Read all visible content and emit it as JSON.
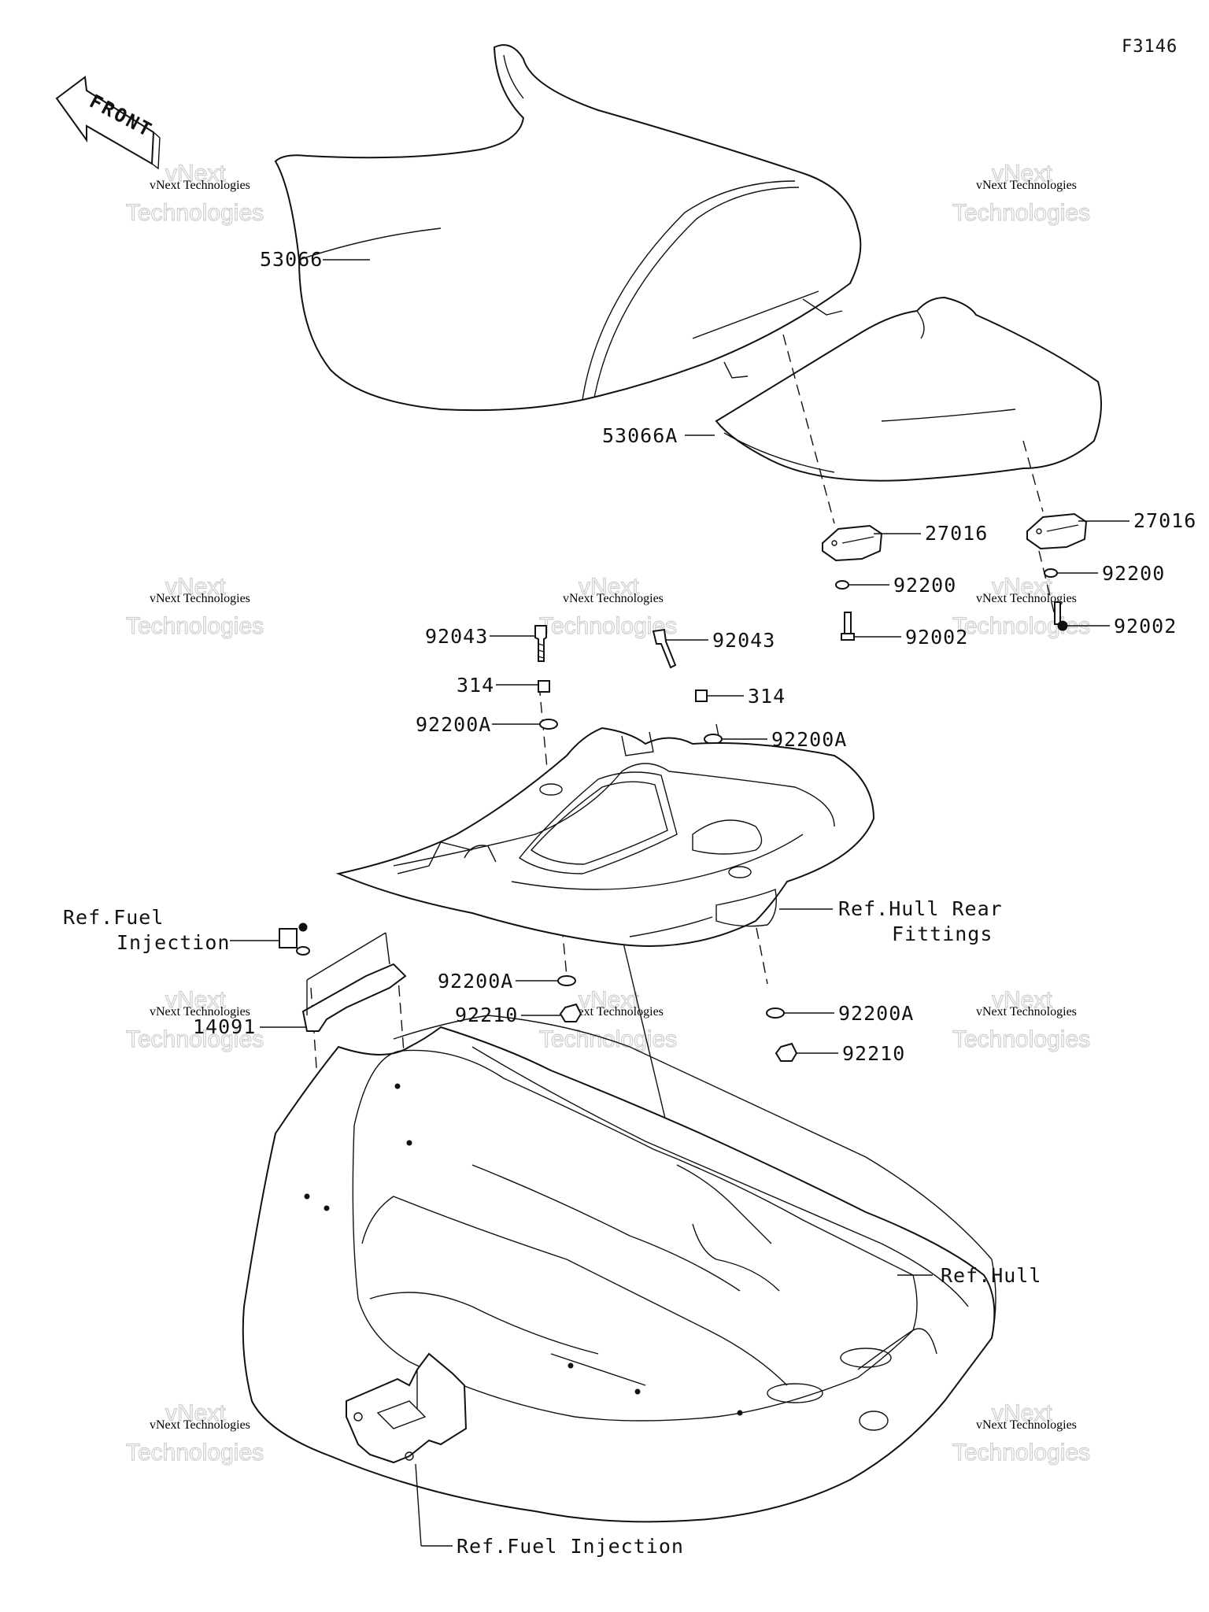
{
  "figure_code": "F3146",
  "front_label": "FRONT",
  "watermark": {
    "line1": "vNext Technologies",
    "line2": "vNext",
    "line3": "Technologies"
  },
  "labels": {
    "seat_front": "53066",
    "seat_rear": "53066A",
    "bracket_left": "27016",
    "bracket_right": "27016",
    "washer_left": "92200",
    "washer_right": "92200",
    "bolt_left": "92002",
    "bolt_right": "92002",
    "stud_left": "92043",
    "stud_right": "92043",
    "nut_left": "314",
    "nut_right": "314",
    "washer_a_top_left": "92200A",
    "washer_a_top_right": "92200A",
    "washer_a_bottom_left": "92200A",
    "washer_a_bottom_right": "92200A",
    "nut_bottom_left": "92210",
    "nut_bottom_right": "92210",
    "bracket_center": "14091",
    "ref_fuel_injection_top_line1": "Ref.Fuel",
    "ref_fuel_injection_top_line2": "Injection",
    "ref_hull_rear_line1": "Ref.Hull Rear",
    "ref_hull_rear_line2": "Fittings",
    "ref_hull": "Ref.Hull",
    "ref_fuel_injection_bottom": "Ref.Fuel Injection"
  }
}
